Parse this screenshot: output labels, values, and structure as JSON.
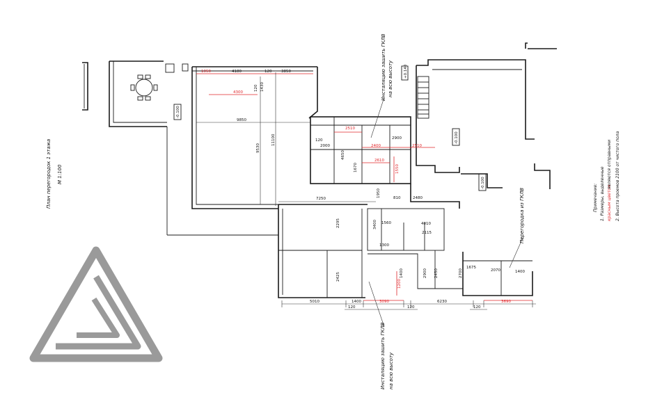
{
  "plan_title": "План перегородок 1 этажа",
  "plan_scale": "М 1:100",
  "callouts": {
    "gkl_top_line1": "Инсталяцию зашить ГКЛВ",
    "gkl_top_line2": "на всю высоту",
    "gkl_bottom_line1": "Инсталяцию зашить ГКЛВ",
    "gkl_bottom_line2": "на всю высоту",
    "partition_gklv": "Перегородка из ГКЛВ"
  },
  "notes": {
    "heading": "Примечание:",
    "line1a": "1. Размеры, выделенные",
    "line1b_red": "красным цветом",
    "line1c": "являются отправными",
    "line2": "2. Высота проемов 2100 от чистого пола"
  },
  "level_marks": {
    "left": "-0.100",
    "right_top": "-0.100",
    "right_mid": "-0.100",
    "top_stair": "+0.140"
  },
  "dims_black": {
    "d4180": "4180",
    "d3850": "3850",
    "d120a": "120",
    "d9850": "9850",
    "d11100": "11100",
    "d9530": "9530",
    "d1430": "1430",
    "d120b": "120",
    "d2000": "2000",
    "d120c": "120",
    "d4650": "4650",
    "d1670": "1670",
    "d2900": "2900",
    "d7250": "7250",
    "d1950": "1950",
    "d2480": "2480",
    "d810": "810",
    "d3400": "3400",
    "d1560": "1560",
    "d4010": "4010",
    "d2115": "2115",
    "d1300": "1300",
    "d2295": "2295",
    "d2425": "2425",
    "d2700": "2700",
    "d1675": "1675",
    "d2070": "2070",
    "d1400a": "1400",
    "d5010": "5010",
    "d1400b": "1400",
    "d120d": "120",
    "d6230": "6230",
    "d120e": "120",
    "d120f": "120",
    "d2450": "2450",
    "d2900b": "2900",
    "d1400c": "1400"
  },
  "dims_red": {
    "r1050": "1050",
    "r4300": "4300",
    "r2510a": "2510",
    "r2400": "2400",
    "r2510b": "2510",
    "r2610": "2610",
    "r1550": "1550",
    "r3090": "3090",
    "r3690": "3690",
    "r1200": "1200"
  }
}
